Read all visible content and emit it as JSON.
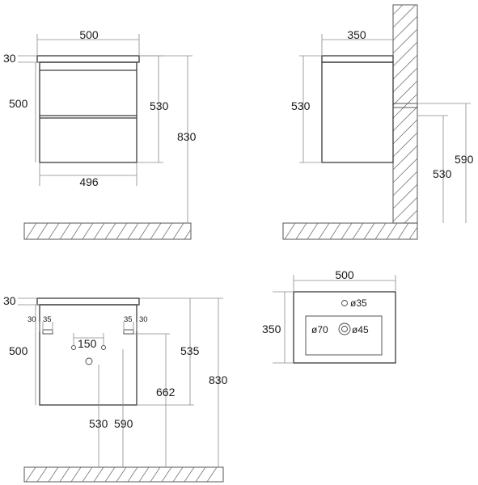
{
  "front_view": {
    "width_top": "500",
    "top_thickness": "30",
    "body_height": "500",
    "height_with_top": "530",
    "total_height": "830",
    "inner_width": "496"
  },
  "side_view": {
    "depth": "350",
    "height": "530",
    "pipe_height": "590",
    "bottom_height": "530"
  },
  "rear_view": {
    "top_thickness": "30",
    "body_height": "500",
    "left_offset_a": "30",
    "left_offset_b": "35",
    "right_offset_a": "35",
    "right_offset_b": "30",
    "hole_spacing": "150",
    "height_535": "535",
    "height_662": "662",
    "total_height": "830",
    "height_530": "530",
    "height_590": "590"
  },
  "basin_view": {
    "width": "500",
    "depth": "350",
    "tap_hole": "ø35",
    "drain_outer": "ø70",
    "drain_inner": "ø45"
  }
}
